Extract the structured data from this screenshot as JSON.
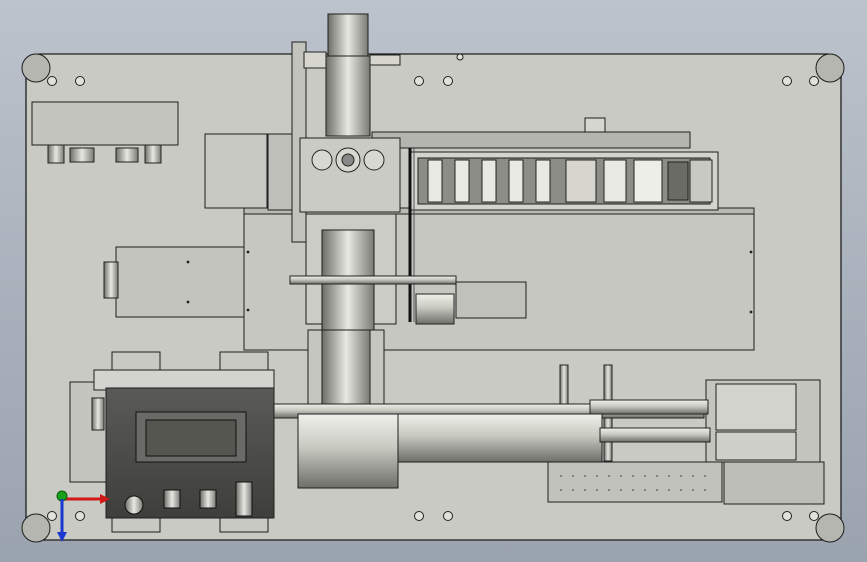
{
  "view": {
    "type": "cad-3d-viewport",
    "content": "machine-assembly-front-view",
    "background_colors": [
      "#bcc3cc",
      "#9aa3ae"
    ],
    "part_color": "#c9cac3",
    "edge_color": "#1e1e1e"
  },
  "triad": {
    "axes": [
      {
        "name": "x-axis",
        "color": "#d01818",
        "label": ""
      },
      {
        "name": "y-axis",
        "color": "#18a018",
        "label": ""
      },
      {
        "name": "z-axis",
        "color": "#1838d0",
        "label": ""
      }
    ]
  },
  "components": {
    "base_plate": "base-plate",
    "control_box": "control-box",
    "display": "lcd-display",
    "knobs": 4,
    "cable_chain_links": 10
  }
}
